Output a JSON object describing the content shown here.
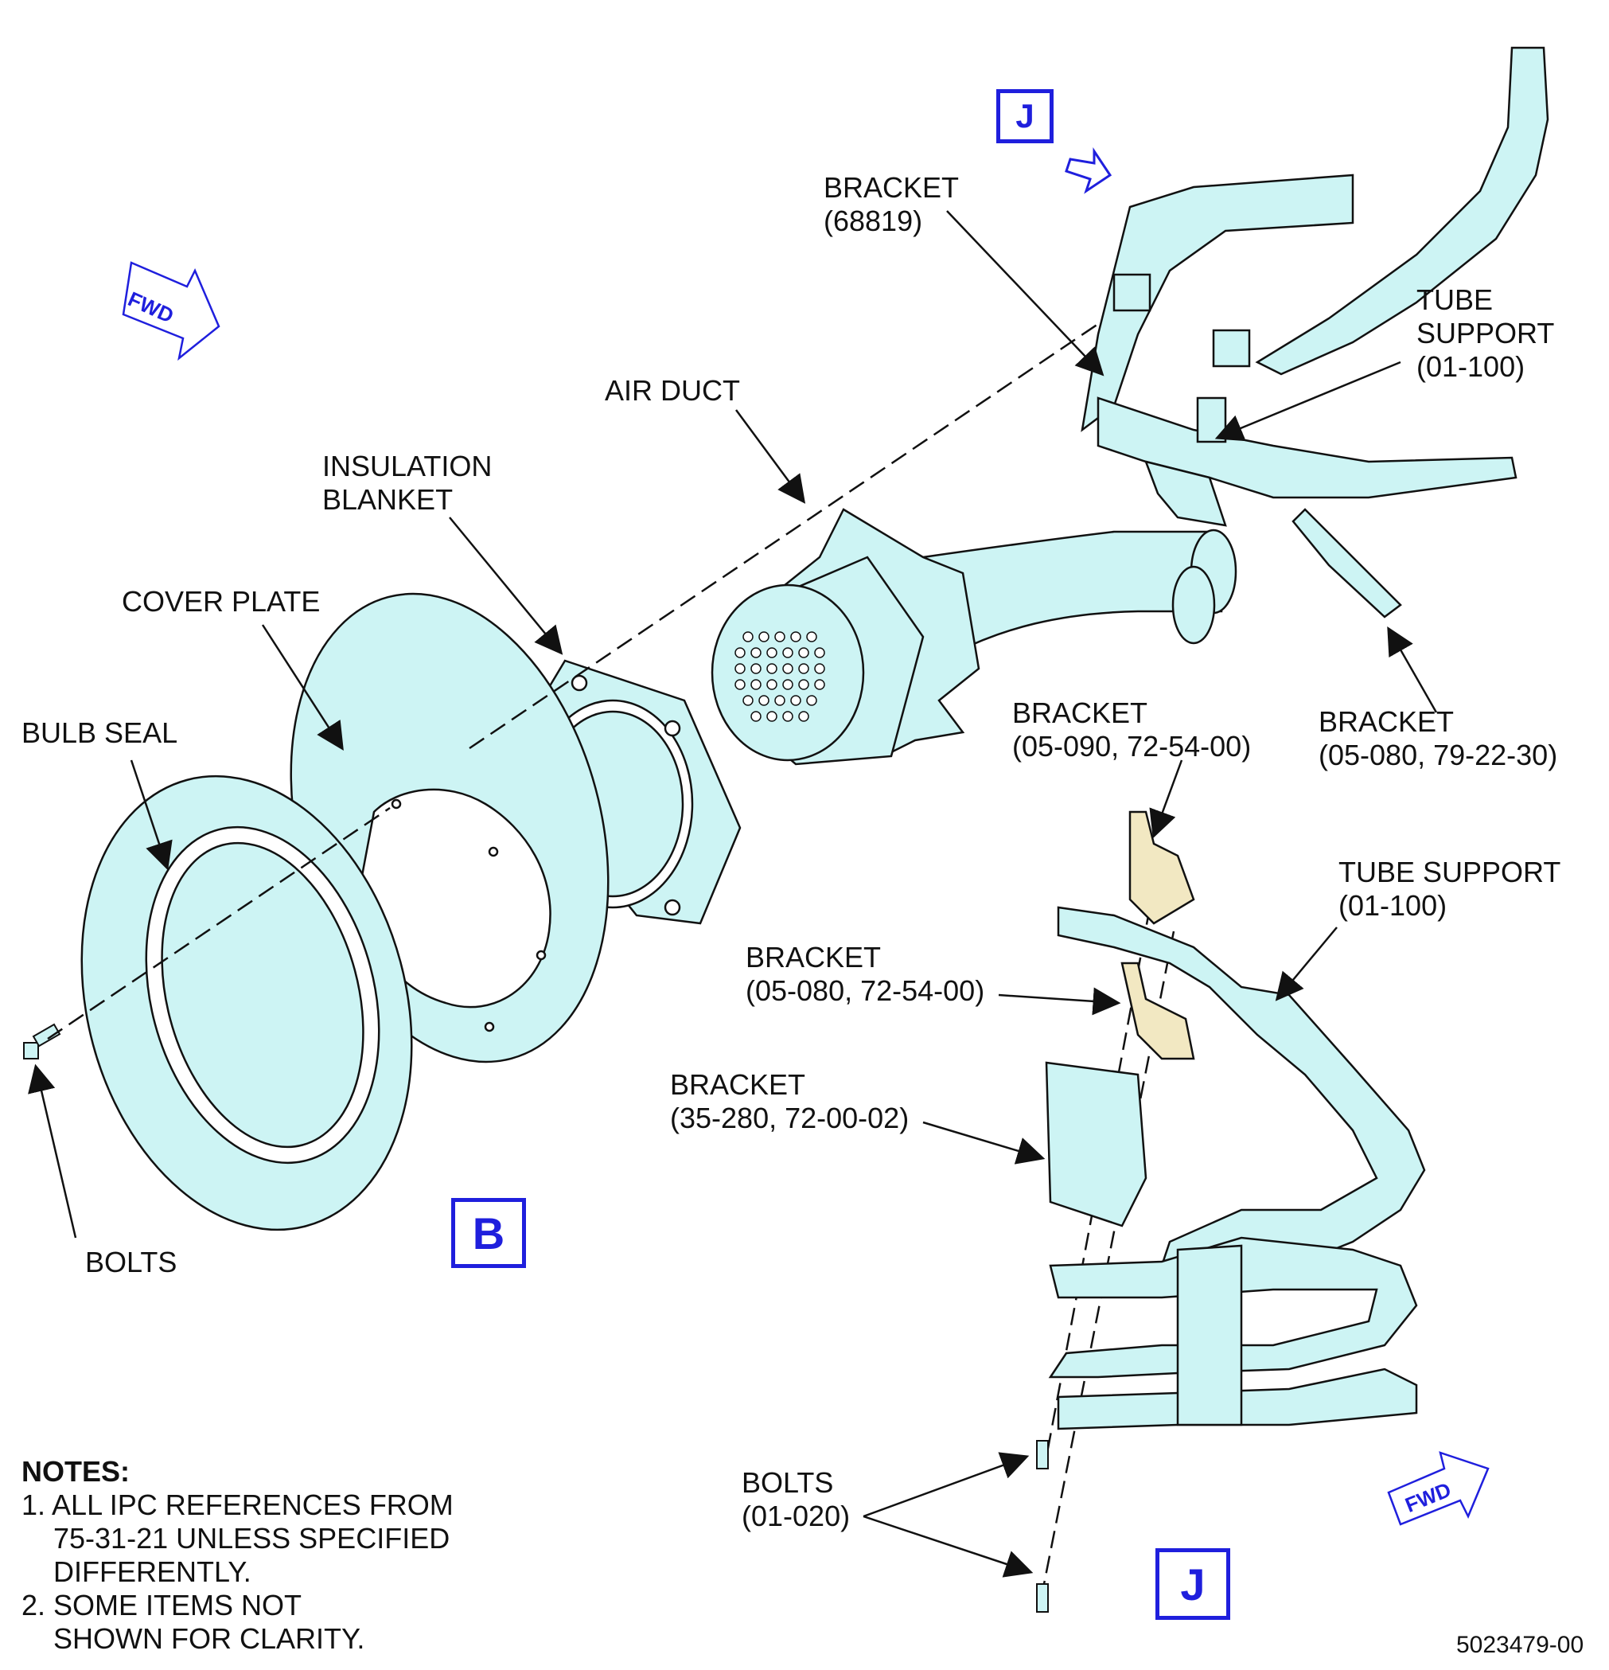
{
  "labels": {
    "bulb_seal": "BULB SEAL",
    "cover_plate": "COVER PLATE",
    "insulation_blanket_1": "INSULATION",
    "insulation_blanket_2": "BLANKET",
    "air_duct": "AIR DUCT",
    "bolts_left": "BOLTS",
    "bracket_68819_1": "BRACKET",
    "bracket_68819_2": "(68819)",
    "tube_support_top_1": "TUBE",
    "tube_support_top_2": "SUPPORT",
    "tube_support_top_3": "(01-100)",
    "bracket_05080_792230_1": "BRACKET",
    "bracket_05080_792230_2": "(05-080, 79-22-30)",
    "bracket_05090_1": "BRACKET",
    "bracket_05090_2": "(05-090, 72-54-00)",
    "tube_support_bottom_1": "TUBE SUPPORT",
    "tube_support_bottom_2": "(01-100)",
    "bracket_05080_725400_1": "BRACKET",
    "bracket_05080_725400_2": "(05-080, 72-54-00)",
    "bracket_35280_1": "BRACKET",
    "bracket_35280_2": "(35-280, 72-00-02)",
    "bolts_bottom_1": "BOLTS",
    "bolts_bottom_2": "(01-020)"
  },
  "view_markers": {
    "j_top": "J",
    "b": "B",
    "j_bottom": "J"
  },
  "fwd_arrows": {
    "left": "FWD",
    "right": "FWD"
  },
  "notes": {
    "title": "NOTES:",
    "line1": "1. ALL IPC REFERENCES FROM",
    "line2": "75-31-21 UNLESS SPECIFIED",
    "line3": "DIFFERENTLY.",
    "line4": "2. SOME ITEMS NOT",
    "line5": "SHOWN FOR CLARITY."
  },
  "figure_number": "5023479-00",
  "colors": {
    "part_fill": "#cdf4f4",
    "highlight_fill": "#f2e8c2",
    "marker_blue": "#1f1fdd",
    "line": "#111111"
  }
}
